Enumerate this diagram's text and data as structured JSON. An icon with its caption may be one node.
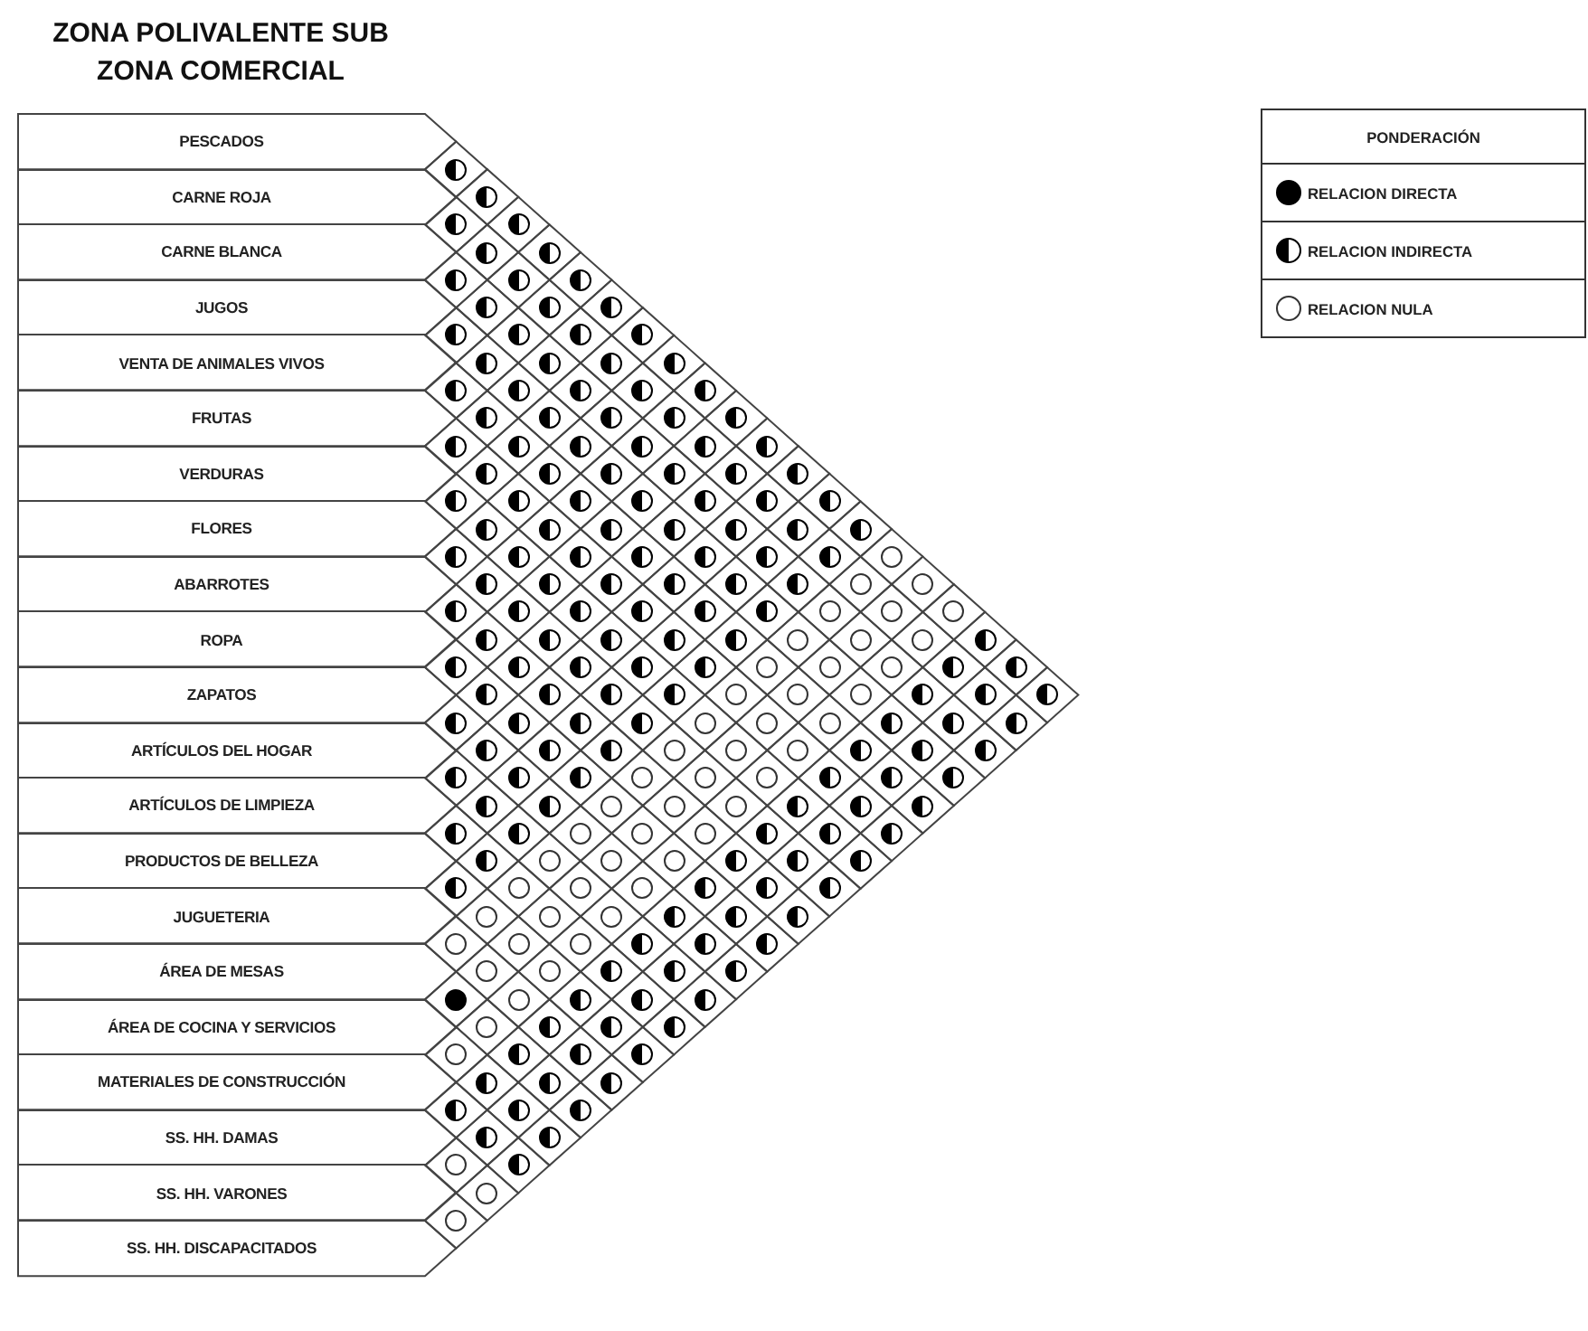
{
  "diagram": {
    "title": "ZONA POLIVALENTE SUB ZONA COMERCIAL",
    "nodes": [
      {
        "text": [
          "PESCADOS"
        ]
      },
      {
        "text": [
          "CARNE ROJA"
        ]
      },
      {
        "text": [
          "CARNE BLANCA"
        ]
      },
      {
        "text": [
          "JUGOS"
        ]
      },
      {
        "text": [
          "VENTA DE ANIMALES VIVOS"
        ]
      },
      {
        "text": [
          "FRUTAS"
        ]
      },
      {
        "text": [
          "VERDURAS"
        ]
      },
      {
        "text": [
          "FLORES"
        ]
      },
      {
        "text": [
          "ABARROTES"
        ]
      },
      {
        "text": [
          "ROPA"
        ]
      },
      {
        "text": [
          "ZAPATOS"
        ]
      },
      {
        "text": [
          "ARTÍCULOS DEL HOGAR"
        ]
      },
      {
        "text": [
          "ARTÍCULOS DE LIMPIEZA"
        ]
      },
      {
        "text": [
          "PRODUCTOS DE BELLEZA"
        ]
      },
      {
        "text": [
          "JUGUETERIA"
        ]
      },
      {
        "text": [
          "ÁREA DE MESAS"
        ]
      },
      {
        "text": [
          "ÁREA DE COCINA Y SERVICIOS"
        ]
      },
      {
        "text": [
          "MATERIALES DE CONSTRUCCIÓN"
        ]
      },
      {
        "text": [
          "SS. HH. DAMAS"
        ]
      },
      {
        "text": [
          "SS. HH. VARONES"
        ]
      },
      {
        "text": [
          "SS. HH. DISCAPACITADOS"
        ]
      },
      {
        "text": [],
        "shape": "half-disc"
      },
      {
        "text": [],
        "shape": "half-disc"
      },
      {
        "text": [],
        "shape": "half-disc"
      },
      {
        "text": [],
        "shape": "half-disc"
      },
      {
        "text": [],
        "shape": "half-disc"
      },
      {
        "text": [],
        "shape": "half-disc"
      },
      {
        "text": [],
        "shape": "half-disc"
      },
      {
        "text": [],
        "shape": "half-disc"
      },
      {
        "text": [],
        "shape": "half-disc"
      },
      {
        "text": [],
        "shape": "half-disc"
      },
      {
        "text": [],
        "shape": "half-disc"
      },
      {
        "text": [],
        "shape": "half-disc"
      },
      {
        "text": [],
        "shape": "half-disc"
      },
      {
        "text": [],
        "shape": "half-disc"
      },
      {
        "text": [],
        "shape": "half-disc"
      },
      {
        "text": [],
        "shape": "half-disc"
      },
      {
        "text": [],
        "shape": "half-disc"
      },
      {
        "text": [],
        "shape": "half-disc"
      },
      {
        "text": [],
        "shape": "half-disc"
      },
      {
        "text": [],
        "shape": "half-disc"
      },
      {
        "text": [],
        "shape": "half-disc"
      },
      {
        "text": [],
        "shape": "half-disc"
      },
      {
        "text": [],
        "shape": "half-disc"
      },
      {
        "text": [],
        "shape": "half-disc"
      },
      {
        "text": [],
        "shape": "half-disc"
      },
      {
        "text": [],
        "shape": "half-disc"
      },
      {
        "text": [],
        "shape": "half-disc"
      },
      {
        "text": [],
        "shape": "half-disc"
      },
      {
        "text": [],
        "shape": "half-disc"
      },
      {
        "text": [],
        "shape": "half-disc"
      },
      {
        "text": [],
        "shape": "half-disc"
      },
      {
        "text": [],
        "shape": "half-disc"
      },
      {
        "text": [],
        "shape": "half-disc"
      },
      {
        "text": [],
        "shape": "half-disc"
      },
      {
        "text": [],
        "shape": "half-disc"
      },
      {
        "text": [],
        "shape": "half-disc"
      },
      {
        "text": [],
        "shape": "half-disc"
      },
      {
        "text": [],
        "shape": "half-disc"
      },
      {
        "text": [],
        "shape": "half-disc"
      },
      {
        "text": [],
        "shape": "half-disc"
      },
      {
        "text": [],
        "shape": "half-disc"
      },
      {
        "text": [],
        "shape": "half-disc"
      },
      {
        "text": [],
        "shape": "half-disc"
      },
      {
        "text": [],
        "shape": "half-disc"
      },
      {
        "text": [],
        "shape": "half-disc"
      },
      {
        "text": [],
        "shape": "half-disc"
      },
      {
        "text": [],
        "shape": "half-disc"
      },
      {
        "text": [],
        "shape": "half-disc"
      },
      {
        "text": [],
        "shape": "half-disc"
      },
      {
        "text": [],
        "shape": "half-disc"
      },
      {
        "text": [],
        "shape": "half-disc"
      },
      {
        "text": [],
        "shape": "half-disc"
      },
      {
        "text": [],
        "shape": "half-disc"
      },
      {
        "text": [],
        "shape": "half-disc"
      },
      {
        "text": [],
        "shape": "half-disc"
      },
      {
        "text": [],
        "shape": "half-disc"
      },
      {
        "text": [],
        "shape": "half-disc"
      },
      {
        "text": [],
        "shape": "half-disc"
      },
      {
        "text": [],
        "shape": "half-disc"
      },
      {
        "text": [],
        "shape": "half-disc"
      },
      {
        "text": [],
        "shape": "half-disc"
      },
      {
        "text": [],
        "shape": "half-disc"
      },
      {
        "text": [],
        "shape": "half-disc"
      },
      {
        "text": [],
        "shape": "circle"
      },
      {
        "text": [],
        "shape": "half-disc"
      },
      {
        "text": [],
        "shape": "half-disc"
      },
      {
        "text": [],
        "shape": "half-disc"
      },
      {
        "text": [],
        "shape": "half-disc"
      },
      {
        "text": [],
        "shape": "half-disc"
      },
      {
        "text": [],
        "shape": "half-disc"
      },
      {
        "text": [],
        "shape": "circle"
      },
      {
        "text": [],
        "shape": "circle"
      },
      {
        "text": [],
        "shape": "half-disc"
      },
      {
        "text": [],
        "shape": "half-disc"
      },
      {
        "text": [],
        "shape": "half-disc"
      },
      {
        "text": [],
        "shape": "half-disc"
      },
      {
        "text": [],
        "shape": "half-disc"
      },
      {
        "text": [],
        "shape": "half-disc"
      },
      {
        "text": [],
        "shape": "circle"
      },
      {
        "text": [],
        "shape": "circle"
      },
      {
        "text": [],
        "shape": "circle"
      },
      {
        "text": [],
        "shape": "half-disc"
      },
      {
        "text": [],
        "shape": "half-disc"
      },
      {
        "text": [],
        "shape": "half-disc"
      },
      {
        "text": [],
        "shape": "half-disc"
      },
      {
        "text": [],
        "shape": "half-disc"
      },
      {
        "text": [],
        "shape": "circle"
      },
      {
        "text": [],
        "shape": "circle"
      },
      {
        "text": [],
        "shape": "circle"
      },
      {
        "text": [],
        "shape": "half-disc"
      },
      {
        "text": [],
        "shape": "half-disc"
      },
      {
        "text": [],
        "shape": "half-disc"
      },
      {
        "text": [],
        "shape": "half-disc"
      },
      {
        "text": [],
        "shape": "half-disc"
      },
      {
        "text": [],
        "shape": "half-disc"
      },
      {
        "text": [],
        "shape": "circle"
      },
      {
        "text": [],
        "shape": "circle"
      },
      {
        "text": [],
        "shape": "circle"
      },
      {
        "text": [],
        "shape": "half-disc"
      },
      {
        "text": [],
        "shape": "half-disc"
      },
      {
        "text": [],
        "shape": "half-disc"
      },
      {
        "text": [],
        "shape": "half-disc"
      },
      {
        "text": [],
        "shape": "half-disc"
      },
      {
        "text": [],
        "shape": "half-disc"
      },
      {
        "text": [],
        "shape": "circle"
      },
      {
        "text": [],
        "shape": "circle"
      },
      {
        "text": [],
        "shape": "circle"
      },
      {
        "text": [],
        "shape": "half-disc"
      },
      {
        "text": [],
        "shape": "half-disc"
      },
      {
        "text": [],
        "shape": "half-disc"
      },
      {
        "text": [],
        "shape": "half-disc"
      },
      {
        "text": [],
        "shape": "half-disc"
      },
      {
        "text": [],
        "shape": "half-disc"
      },
      {
        "text": [],
        "shape": "half-disc"
      },
      {
        "text": [],
        "shape": "circle"
      },
      {
        "text": [],
        "shape": "circle"
      },
      {
        "text": [],
        "shape": "circle"
      },
      {
        "text": [],
        "shape": "half-disc"
      },
      {
        "text": [],
        "shape": "half-disc"
      },
      {
        "text": [],
        "shape": "half-disc"
      },
      {
        "text": [],
        "shape": "half-disc"
      },
      {
        "text": [],
        "shape": "half-disc"
      },
      {
        "text": [],
        "shape": "half-disc"
      },
      {
        "text": [],
        "shape": "circle"
      },
      {
        "text": [],
        "shape": "circle"
      },
      {
        "text": [],
        "shape": "circle"
      },
      {
        "text": [],
        "shape": "half-disc"
      },
      {
        "text": [],
        "shape": "half-disc"
      },
      {
        "text": [],
        "shape": "half-disc"
      },
      {
        "text": [],
        "shape": "half-disc"
      },
      {
        "text": [],
        "shape": "half-disc"
      },
      {
        "text": [],
        "shape": "half-disc"
      },
      {
        "text": [],
        "shape": "circle"
      },
      {
        "text": [],
        "shape": "circle"
      },
      {
        "text": [],
        "shape": "circle"
      },
      {
        "text": [],
        "shape": "half-disc"
      },
      {
        "text": [],
        "shape": "half-disc"
      },
      {
        "text": [],
        "shape": "half-disc"
      },
      {
        "text": [],
        "shape": "half-disc"
      },
      {
        "text": [],
        "shape": "half-disc"
      },
      {
        "text": [],
        "shape": "circle"
      },
      {
        "text": [],
        "shape": "circle"
      },
      {
        "text": [],
        "shape": "circle"
      },
      {
        "text": [],
        "shape": "half-disc"
      },
      {
        "text": [],
        "shape": "half-disc"
      },
      {
        "text": [],
        "shape": "half-disc"
      },
      {
        "text": [],
        "shape": "half-disc"
      },
      {
        "text": [],
        "shape": "half-disc"
      },
      {
        "text": [],
        "shape": "circle"
      },
      {
        "text": [],
        "shape": "circle"
      },
      {
        "text": [],
        "shape": "circle"
      },
      {
        "text": [],
        "shape": "half-disc"
      },
      {
        "text": [],
        "shape": "half-disc"
      },
      {
        "text": [],
        "shape": "half-disc"
      },
      {
        "text": [],
        "shape": "half-disc"
      },
      {
        "text": [],
        "shape": "circle"
      },
      {
        "text": [],
        "shape": "circle"
      },
      {
        "text": [],
        "shape": "circle"
      },
      {
        "text": [],
        "shape": "half-disc"
      },
      {
        "text": [],
        "shape": "half-disc"
      },
      {
        "text": [],
        "shape": "half-disc"
      },
      {
        "text": [],
        "shape": "half-disc"
      },
      {
        "text": [],
        "shape": "circle"
      },
      {
        "text": [],
        "shape": "circle"
      },
      {
        "text": [],
        "shape": "circle"
      },
      {
        "text": [],
        "shape": "half-disc"
      },
      {
        "text": [],
        "shape": "half-disc"
      },
      {
        "text": [],
        "shape": "half-disc"
      },
      {
        "text": [],
        "shape": "circle"
      },
      {
        "text": [],
        "shape": "circle"
      },
      {
        "text": [],
        "shape": "circle"
      },
      {
        "text": [],
        "shape": "half-disc"
      },
      {
        "text": [],
        "shape": "half-disc"
      },
      {
        "text": [],
        "shape": "half-disc"
      },
      {
        "text": [],
        "shape": "circle"
      },
      {
        "text": [],
        "shape": "circle"
      },
      {
        "text": [],
        "shape": "circle"
      },
      {
        "text": [],
        "shape": "half-disc"
      },
      {
        "text": [],
        "shape": "half-disc"
      },
      {
        "text": [],
        "shape": "half-disc"
      },
      {
        "text": [],
        "shape": "circle"
      },
      {
        "text": [],
        "shape": "circle"
      },
      {
        "text": [],
        "shape": "half-disc"
      },
      {
        "text": [],
        "shape": "half-disc"
      },
      {
        "text": [],
        "shape": "half-disc"
      },
      {
        "text": [],
        "shape": "disc"
      },
      {
        "text": [],
        "shape": "circle"
      },
      {
        "text": [],
        "shape": "half-disc"
      },
      {
        "text": [],
        "shape": "half-disc"
      },
      {
        "text": [],
        "shape": "half-disc"
      },
      {
        "text": [],
        "shape": "circle"
      },
      {
        "text": [],
        "shape": "half-disc"
      },
      {
        "text": [],
        "shape": "half-disc"
      },
      {
        "text": [],
        "shape": "half-disc"
      },
      {
        "text": [],
        "shape": "circle"
      },
      {
        "text": [],
        "shape": "half-disc"
      },
      {
        "text": [],
        "shape": "half-disc"
      },
      {
        "text": [],
        "shape": "half-disc"
      },
      {
        "text": [],
        "shape": "half-disc"
      },
      {
        "text": [],
        "shape": "half-disc"
      },
      {
        "text": [],
        "shape": "half-disc"
      },
      {
        "text": [],
        "shape": "half-disc"
      },
      {
        "text": [],
        "shape": "half-disc"
      },
      {
        "text": [],
        "shape": "half-disc"
      },
      {
        "text": [],
        "shape": "half-disc"
      },
      {
        "text": [],
        "shape": "half-disc"
      },
      {
        "text": [],
        "shape": "circle"
      },
      {
        "text": [],
        "shape": "half-disc"
      },
      {
        "text": [],
        "shape": "circle"
      },
      {
        "text": [],
        "shape": "circle"
      }
    ],
    "labels": [
      "PONDERACIÓN"
    ],
    "legend": [
      {
        "text": "RELACION DIRECTA"
      },
      {
        "text": "RELACION INDIRECTA"
      },
      {
        "text": "RELACION NULA"
      }
    ]
  }
}
